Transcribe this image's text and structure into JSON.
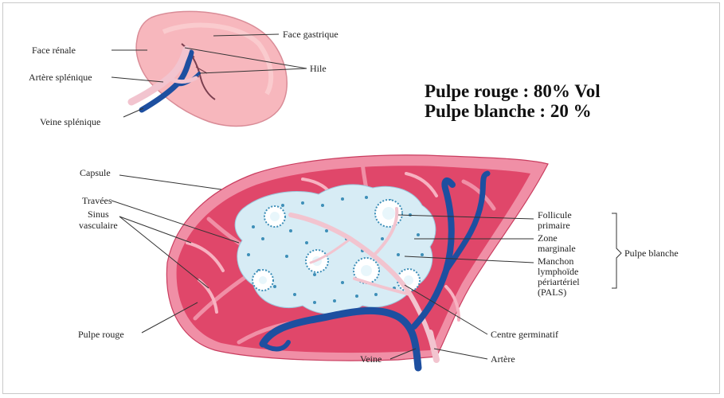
{
  "stats": {
    "line1": "Pulpe rouge : 80% Vol",
    "line2": "Pulpe blanche : 20 %"
  },
  "top_diagram": {
    "face_gastrique": "Face gastrique",
    "face_renale": "Face rénale",
    "hile": "Hile",
    "artere_splenique": "Artère splénique",
    "veine_splenique": "Veine splénique"
  },
  "bottom_diagram": {
    "capsule": "Capsule",
    "travees": "Travées",
    "sinus_line1": "Sinus",
    "sinus_line2": "vasculaire",
    "pulpe_rouge": "Pulpe rouge",
    "follicule_line1": "Follicule",
    "follicule_line2": "primaire",
    "zone_line1": "Zone",
    "zone_line2": "marginale",
    "manchon_line1": "Manchon",
    "manchon_line2": "lymphoïde",
    "manchon_line3": "périartériel",
    "manchon_line4": "(PALS)",
    "pulpe_blanche": "Pulpe blanche",
    "centre_germinatif": "Centre germinatif",
    "veine": "Veine",
    "artere": "Artère"
  },
  "colors": {
    "red_pulp": "#e0476a",
    "capsule": "#f08fa6",
    "white_pulp": "#d7ecf5",
    "vein": "#1d4fa0",
    "artery": "#f2c4cf",
    "spleen_surface": "#f7b7bd"
  }
}
